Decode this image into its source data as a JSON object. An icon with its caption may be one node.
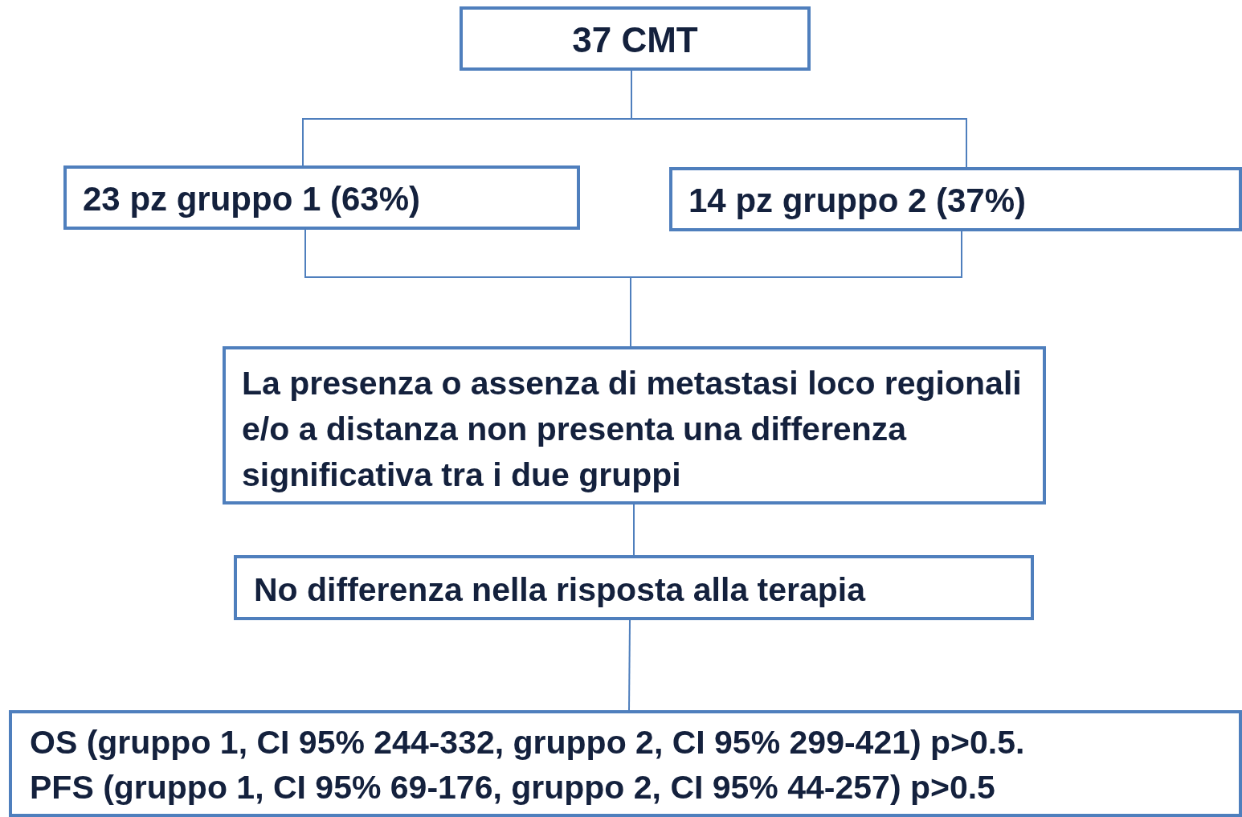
{
  "diagram": {
    "nodes": [
      {
        "text": [
          "37 CMT"
        ]
      },
      {
        "text": [
          "23 pz gruppo 1 (63%)"
        ]
      },
      {
        "text": [
          "14 pz gruppo 2 (37%)"
        ]
      },
      {
        "text": [
          "La presenza o assenza di metastasi loco regionali e/o a distanza non presenta una differenza significativa tra i due gruppi"
        ]
      },
      {
        "text": [
          "No differenza nella risposta alla terapia"
        ]
      },
      {
        "text": [
          "OS (gruppo 1, CI 95% 244-332, gruppo 2, CI 95% 299-421) p>0.5.",
          "PFS (gruppo 1, CI 95% 69-176, gruppo 2, CI 95% 44-257) p>0.5"
        ]
      }
    ],
    "edges": [
      {
        "from": 0,
        "to": 1,
        "arrow": "none"
      },
      {
        "from": 0,
        "to": 2,
        "arrow": "none"
      },
      {
        "from": 1,
        "to": 3,
        "arrow": "none"
      },
      {
        "from": 2,
        "to": 3,
        "arrow": "none"
      },
      {
        "from": 3,
        "to": 4,
        "arrow": "none"
      },
      {
        "from": 4,
        "to": 5,
        "arrow": "none"
      }
    ]
  }
}
